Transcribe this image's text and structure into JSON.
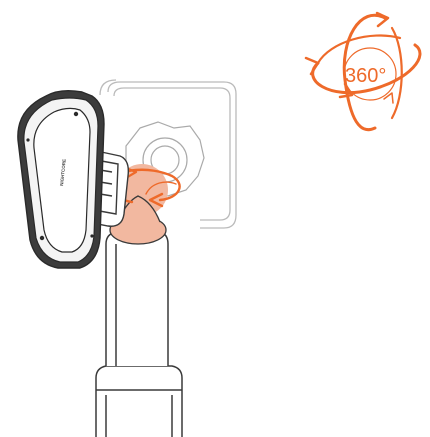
{
  "illustration": {
    "subject": "magnetic-phone-mount-on-pole",
    "rotation_badge": {
      "label": "360°",
      "icon": "rotation-360-icon"
    },
    "device_brand_text": "NIGHTCORE"
  },
  "colors": {
    "accent": "#EE6A2A",
    "accent_light": "#F5A77E",
    "ball_joint": "#F2B8A0",
    "outline": "#3A3A3A",
    "plate_outline": "#BBBBBB",
    "background": "#FFFFFF"
  }
}
